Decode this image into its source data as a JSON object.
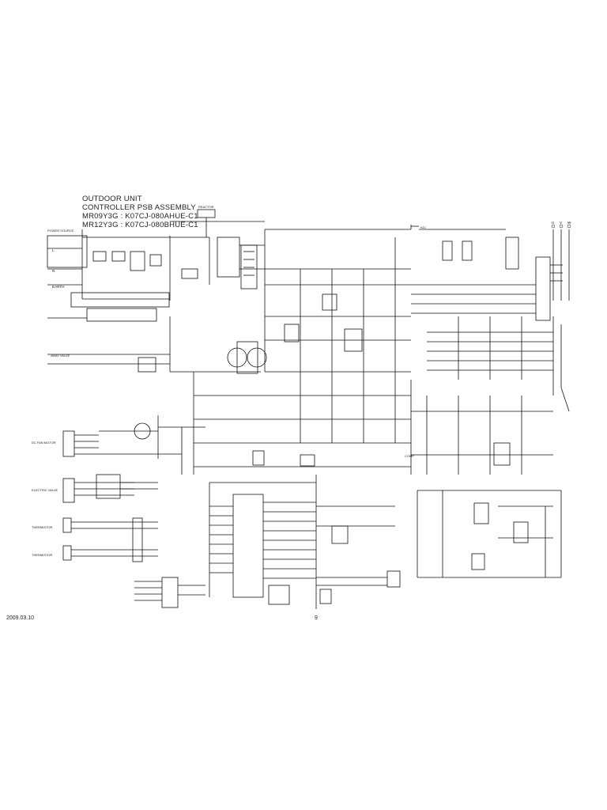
{
  "title": {
    "line1": "OUTDOOR UNIT",
    "line2": "CONTROLLER PSB ASSEMBLY",
    "line3": "MR09Y3G : K07CJ-080AHUE-C1",
    "line4": "MR12Y3G : K07CJ-080BHUE-C1"
  },
  "footer": {
    "date": "2009.03.10",
    "page": "9"
  },
  "labels": {
    "power_source": "POWER SOURCE",
    "earth": "EARTH",
    "l": "L",
    "n": "N",
    "four_way_valve": "4WAY VALVE",
    "dc_fan_motor": "DC FAN MOTOR",
    "electric_valve": "ELECTRIC VALVE",
    "thermistor_heat": "THERMISTOR",
    "thermistor_outdoor": "THERMISTOR",
    "dc_plus": "+DC",
    "reactor": "REACTOR",
    "u": "U",
    "v": "V",
    "w": "W",
    "compressor": "COMP"
  }
}
